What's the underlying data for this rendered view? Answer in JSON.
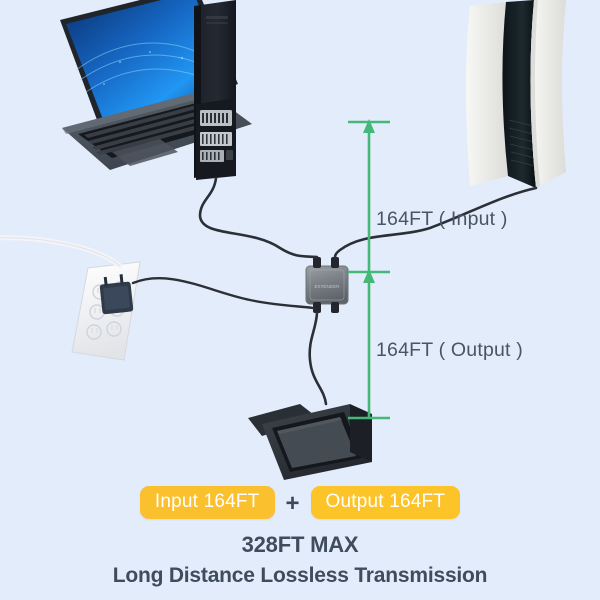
{
  "page": {
    "background_color": "#e3ecfb",
    "accent_green": "#43b877",
    "badge_yellow": "#fbc02d",
    "text_dark": "#3f4c5c",
    "cable_black": "#2b2f36"
  },
  "diagram": {
    "devices": [
      {
        "name": "laptop",
        "label": "Laptop",
        "screen_color": "#0b4a9c"
      },
      {
        "name": "console-tower",
        "label": "Console Tower"
      },
      {
        "name": "ethernet-adapter",
        "label": "Ethernet Adapter"
      },
      {
        "name": "ps5-console",
        "label": "PS5 Console"
      },
      {
        "name": "power-strip",
        "label": "Power Strip"
      },
      {
        "name": "power-adapter",
        "label": "Power Adapter"
      },
      {
        "name": "extender-box",
        "label": "HDMI Extender Box"
      },
      {
        "name": "monitor",
        "label": "Monitor"
      }
    ],
    "measurements": [
      {
        "id": "input",
        "text": "164FT ( Input )"
      },
      {
        "id": "output",
        "text": "164FT ( Output )"
      }
    ]
  },
  "badges": {
    "input_label": "Input 164FT",
    "plus_label": "+",
    "output_label": "Output 164FT"
  },
  "headline": {
    "line1": "328FT MAX",
    "line2": "Long Distance Lossless Transmission"
  }
}
